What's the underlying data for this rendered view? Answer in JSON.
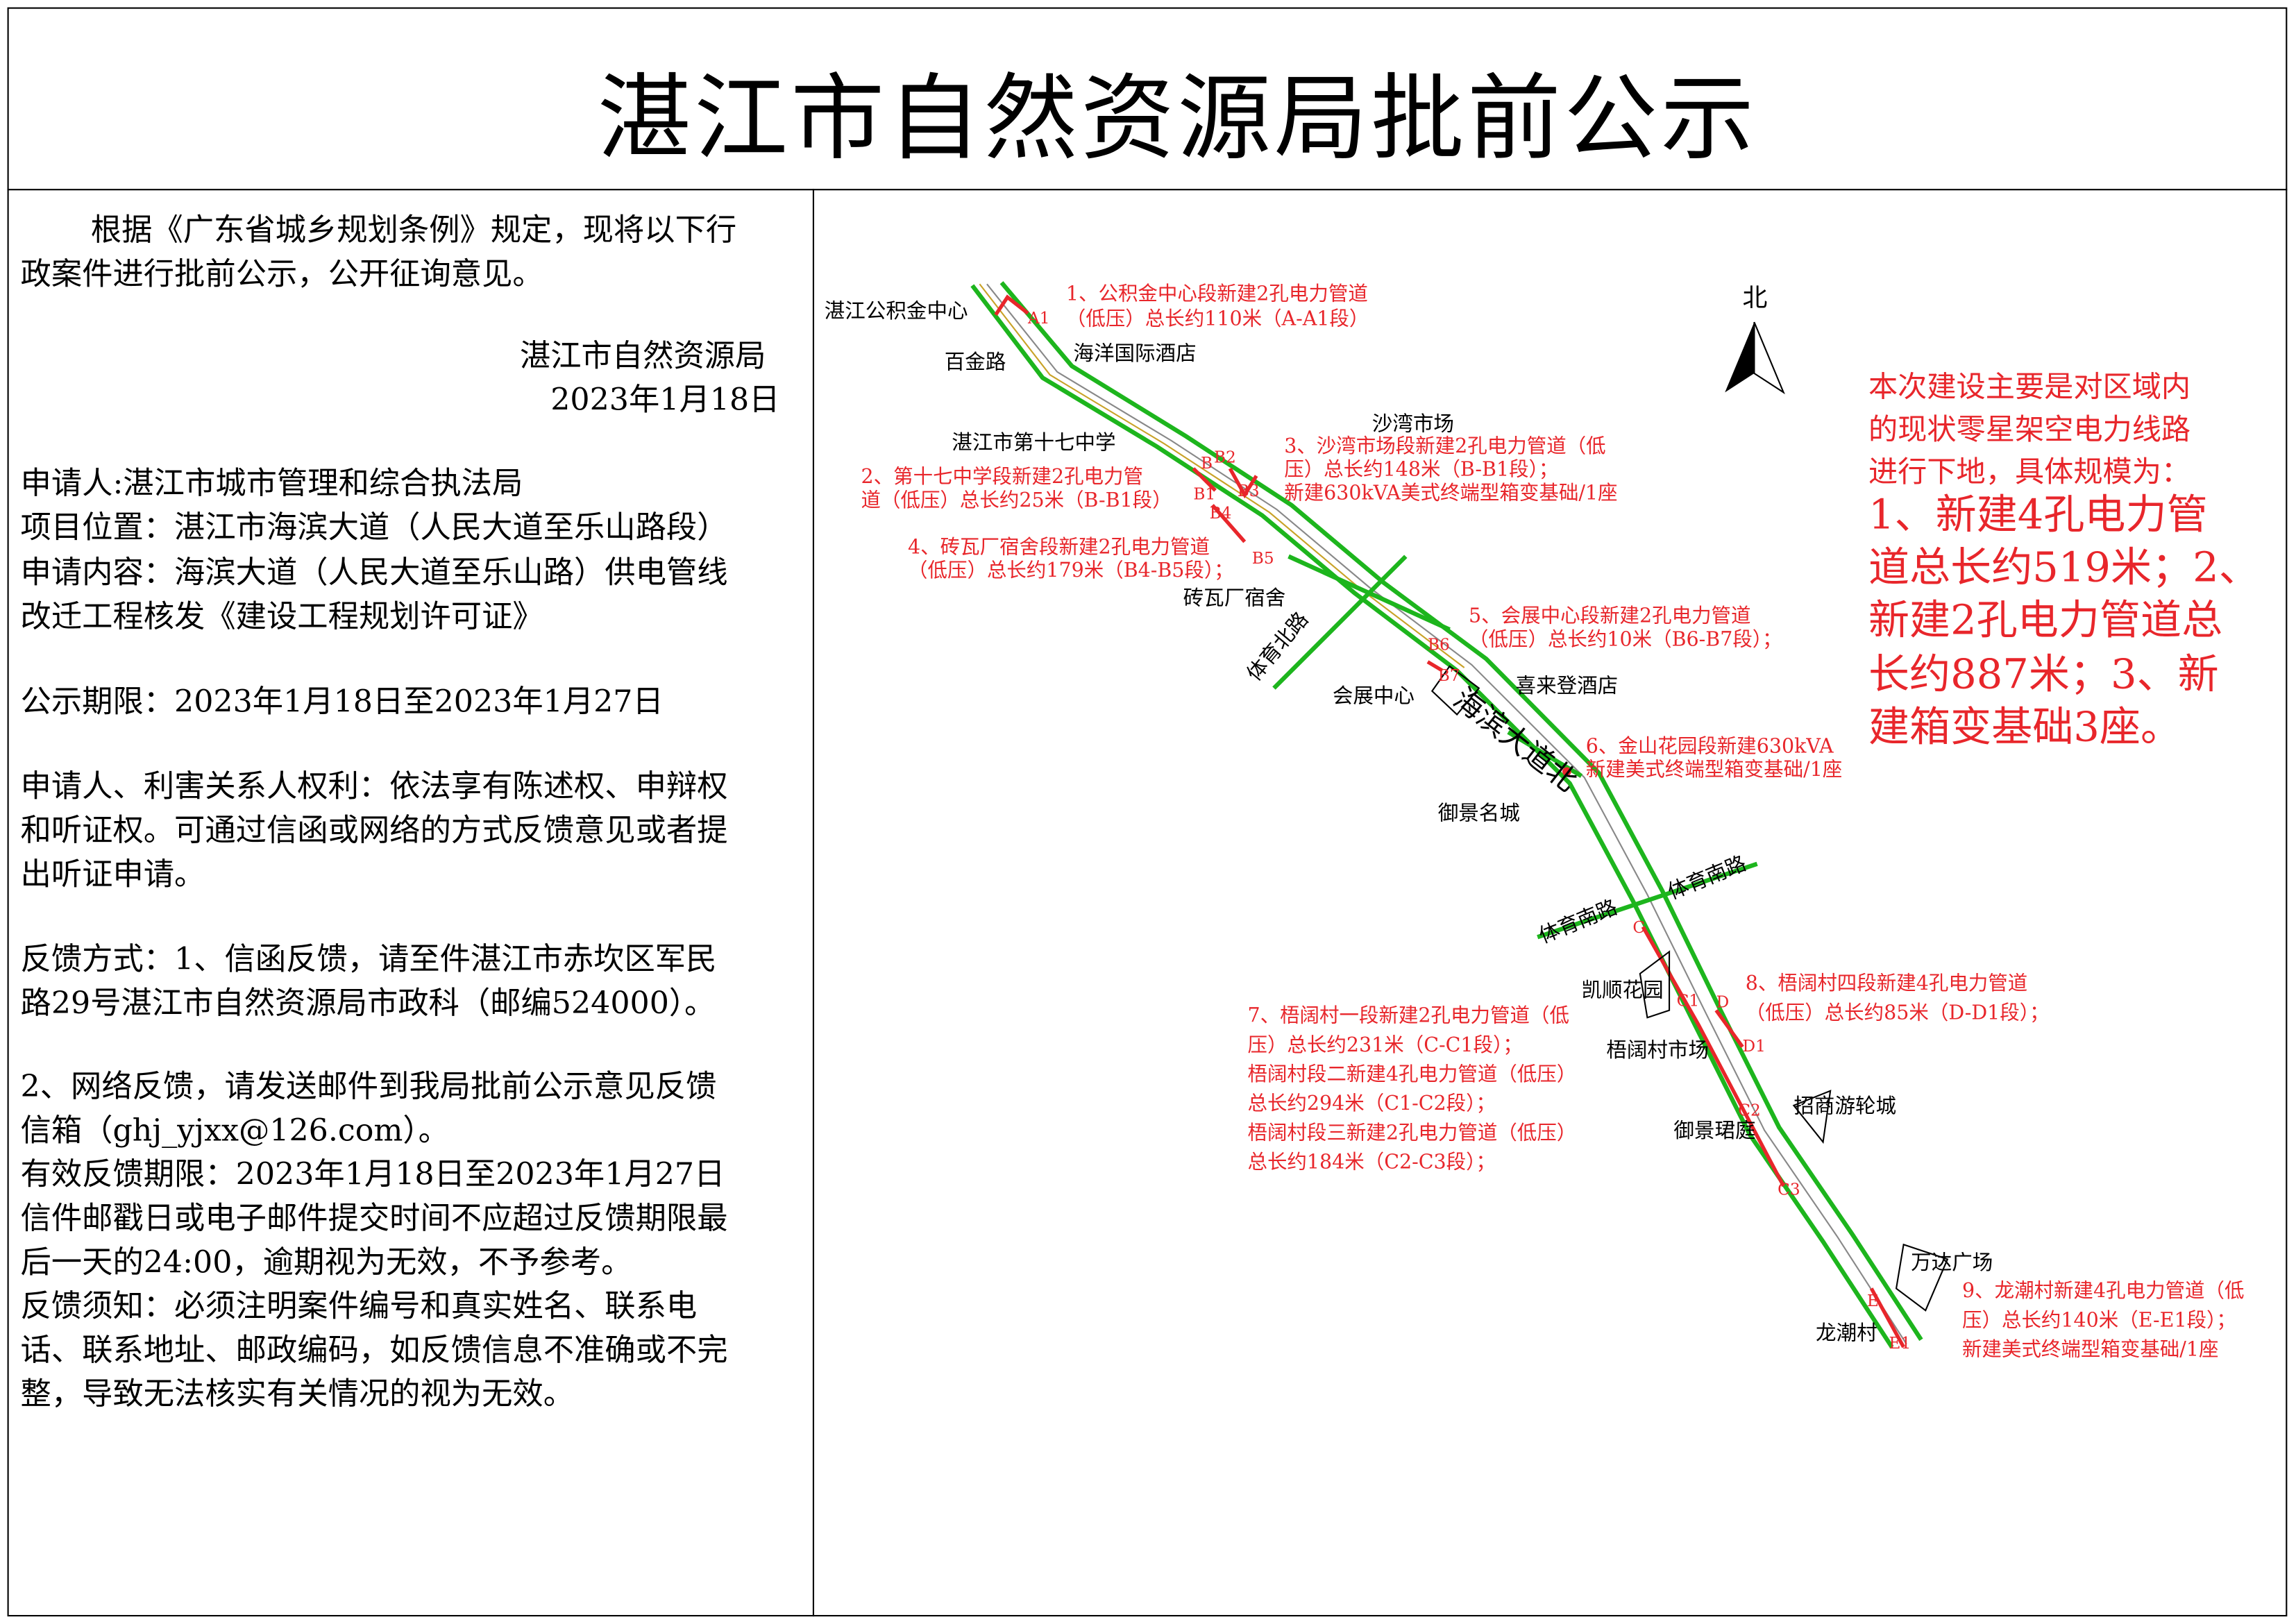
{
  "title": "湛江市自然资源局批前公示",
  "notice": {
    "lines": [
      "根据《广东省城乡规划条例》规定，现将以下行",
      "政案件进行批前公示，公开征询意见。",
      "湛江市自然资源局",
      "2023年1月18日",
      "申请人:湛江市城市管理和综合执法局",
      "项目位置：湛江市海滨大道（人民大道至乐山路段）",
      "申请内容：海滨大道（人民大道至乐山路）供电管线",
      "改迁工程核发《建设工程规划许可证》",
      "公示期限：2023年1月18日至2023年1月27日",
      "申请人、利害关系人权利：依法享有陈述权、申辩权",
      "和听证权。可通过信函或网络的方式反馈意见或者提",
      "出听证申请。",
      "反馈方式：1、信函反馈，请至件湛江市赤坎区军民",
      "路29号湛江市自然资源局市政科（邮编524000）。",
      "2、网络反馈，请发送邮件到我局批前公示意见反馈",
      "信箱（ghj_yjxx@126.com）。",
      "有效反馈期限：2023年1月18日至2023年1月27日",
      "信件邮戳日或电子邮件提交时间不应超过反馈期限最",
      "后一天的24:00，逾期视为无效，不予参考。",
      "反馈须知：必须注明案件编号和真实姓名、联系电",
      "话、联系地址、邮政编码，如反馈信息不准确或不完",
      "整，导致无法核实有关情况的视为无效。"
    ]
  },
  "map": {
    "north_label": "北",
    "summary": [
      "本次建设主要是对区域内",
      "的现状零星架空电力线路",
      "进行下地，具体规模为：",
      "1、新建4孔电力管",
      "道总长约519米；2、",
      "新建2孔电力管道总",
      "长约887米；3、新",
      "建箱变基础3座。"
    ],
    "annotations": [
      [
        "1、公积金中心段新建2孔电力管道",
        "（低压）总长约110米（A-A1段）"
      ],
      [
        "2、第十七中学段新建2孔电力管",
        "道（低压）总长约25米（B-B1段）"
      ],
      [
        "3、沙湾市场段新建2孔电力管道（低",
        "压）总长约148米（B-B1段）；",
        "新建630kVA美式终端型箱变基础/1座"
      ],
      [
        "4、砖瓦厂宿舍段新建2孔电力管道",
        "（低压）总长约179米（B4-B5段）；"
      ],
      [
        "5、会展中心段新建2孔电力管道",
        "（低压）总长约10米（B6-B7段）；"
      ],
      [
        "6、金山花园段新建630kVA",
        "新建美式终端型箱变基础/1座"
      ],
      [
        "7、梧阔村一段新建2孔电力管道（低",
        "压）总长约231米（C-C1段）；",
        "梧阔村段二新建4孔电力管道（低压）",
        "总长约294米（C1-C2段）；",
        "梧阔村段三新建2孔电力管道（低压）",
        "总长约184米（C2-C3段）；"
      ],
      [
        "8、梧阔村四段新建4孔电力管道",
        "（低压）总长约85米（D-D1段）；"
      ],
      [
        "9、龙潮村新建4孔电力管道（低",
        "压）总长约140米（E-E1段）；",
        "新建美式终端型箱变基础/1座"
      ]
    ],
    "places": [
      "湛江公积金中心",
      "百金路",
      "海洋国际酒店",
      "湛江市第十七中学",
      "沙湾市场",
      "砖瓦厂宿舍",
      "体育北路",
      "会展中心",
      "喜来登酒店",
      "海滨大道北",
      "御景名城",
      "体育南路",
      "体育南路",
      "凯顺花园",
      "梧阔村市场",
      "招商游轮城",
      "御景珺庭",
      "万达广场",
      "龙潮村"
    ],
    "points": [
      "A1",
      "B",
      "B2",
      "B1",
      "B4",
      "B3",
      "B5",
      "B6",
      "B7",
      "C",
      "C1",
      "D",
      "D1",
      "C2",
      "C3",
      "E",
      "E1"
    ],
    "colors": {
      "annotation": "#e8262b",
      "road_edge": "#1db51d",
      "road": "#888888"
    }
  }
}
